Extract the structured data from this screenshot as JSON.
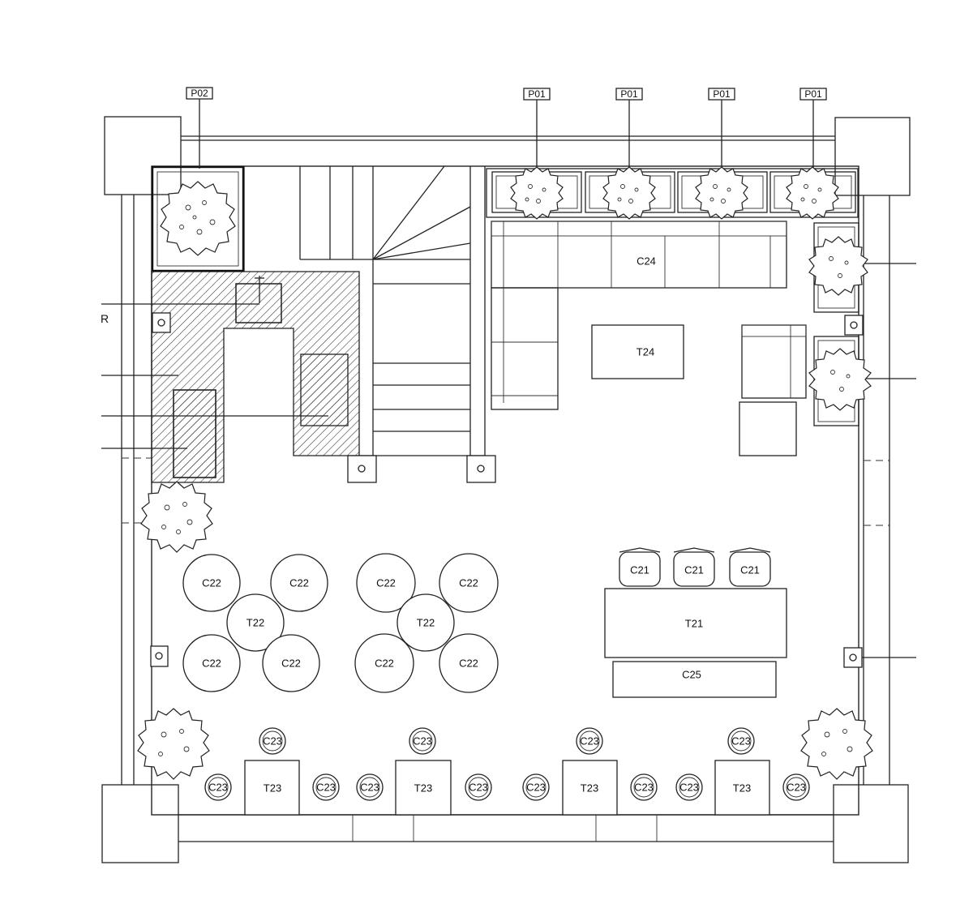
{
  "drawing": {
    "edge_label": "R",
    "planter_tags": {
      "p02": "P02",
      "p01_a": "P01",
      "p01_b": "P01",
      "p01_c": "P01",
      "p01_d": "P01"
    },
    "furniture_labels": {
      "c24": "C24",
      "t24": "T24",
      "t21": "T21",
      "c25": "C25",
      "c21": "C21",
      "c22": "C22",
      "t22": "T22",
      "c23": "C23",
      "t23": "T23"
    }
  }
}
